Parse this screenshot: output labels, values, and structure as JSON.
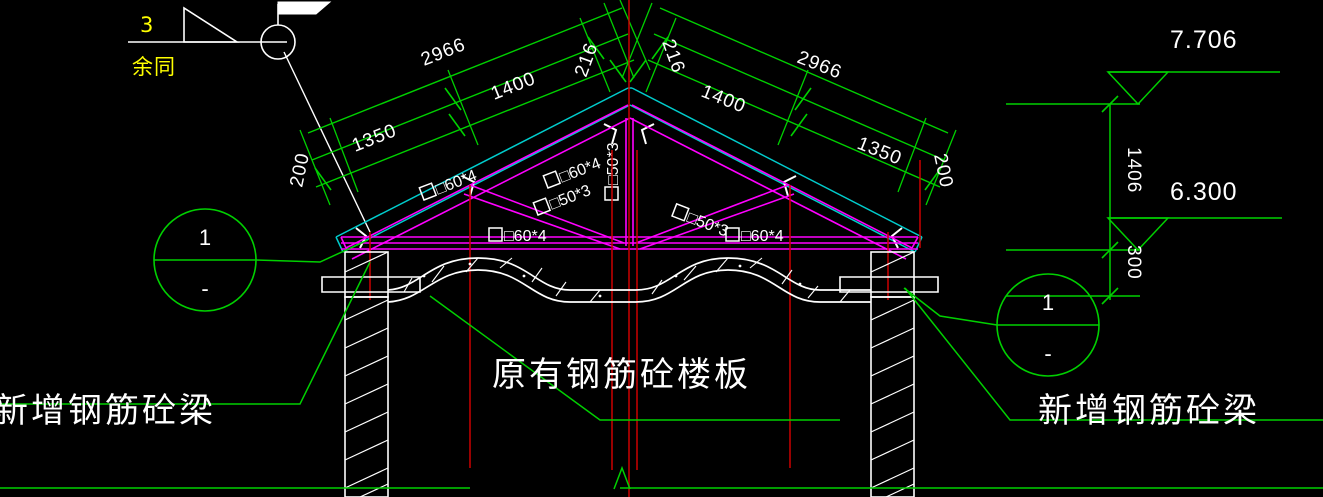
{
  "drawing": {
    "background_color": "#000000",
    "palette": {
      "dimension_green": "#00d000",
      "annotation_white": "#ffffff",
      "rafter_cyan": "#00cccc",
      "truss_magenta": "#ff00ff",
      "centerline_red": "#cc0000",
      "tag_yellow": "#ffff00"
    }
  },
  "top_left_tag": {
    "number": "3",
    "note": "余同"
  },
  "roof_dimensions": {
    "left": {
      "outer": "2966",
      "mid": "1400",
      "inner": "1350",
      "edge": "200",
      "ridge": "216"
    },
    "right": {
      "outer": "2966",
      "mid": "1400",
      "inner": "1350",
      "edge": "200",
      "ridge": "216"
    }
  },
  "truss_members": [
    {
      "label": "□60*4",
      "name": "left-rafter-member"
    },
    {
      "label": "□60*4",
      "name": "left-upper-chord-member"
    },
    {
      "label": "□50*3",
      "name": "left-diagonal-member"
    },
    {
      "label": "□50*3",
      "name": "king-post-member"
    },
    {
      "label": "□50*3",
      "name": "right-diagonal-member"
    },
    {
      "label": "□60*4",
      "name": "left-bottom-chord-member"
    },
    {
      "label": "□60*4",
      "name": "right-bottom-chord-member"
    }
  ],
  "elevations": [
    {
      "value": "7.706",
      "name": "ridge-elevation"
    },
    {
      "value": "6.300",
      "name": "eave-elevation"
    }
  ],
  "vertical_dimensions": [
    {
      "value": "1406",
      "name": "ridge-to-eave-height"
    },
    {
      "value": "300",
      "name": "beam-depth"
    }
  ],
  "detail_bubbles": [
    {
      "number": "1",
      "sub": "-",
      "name": "detail-bubble-left"
    },
    {
      "number": "1",
      "sub": "-",
      "name": "detail-bubble-right"
    }
  ],
  "labels": {
    "left_beam": "新增钢筋砼梁",
    "right_beam": "新增钢筋砼梁",
    "slab": "原有钢筋砼楼板"
  }
}
